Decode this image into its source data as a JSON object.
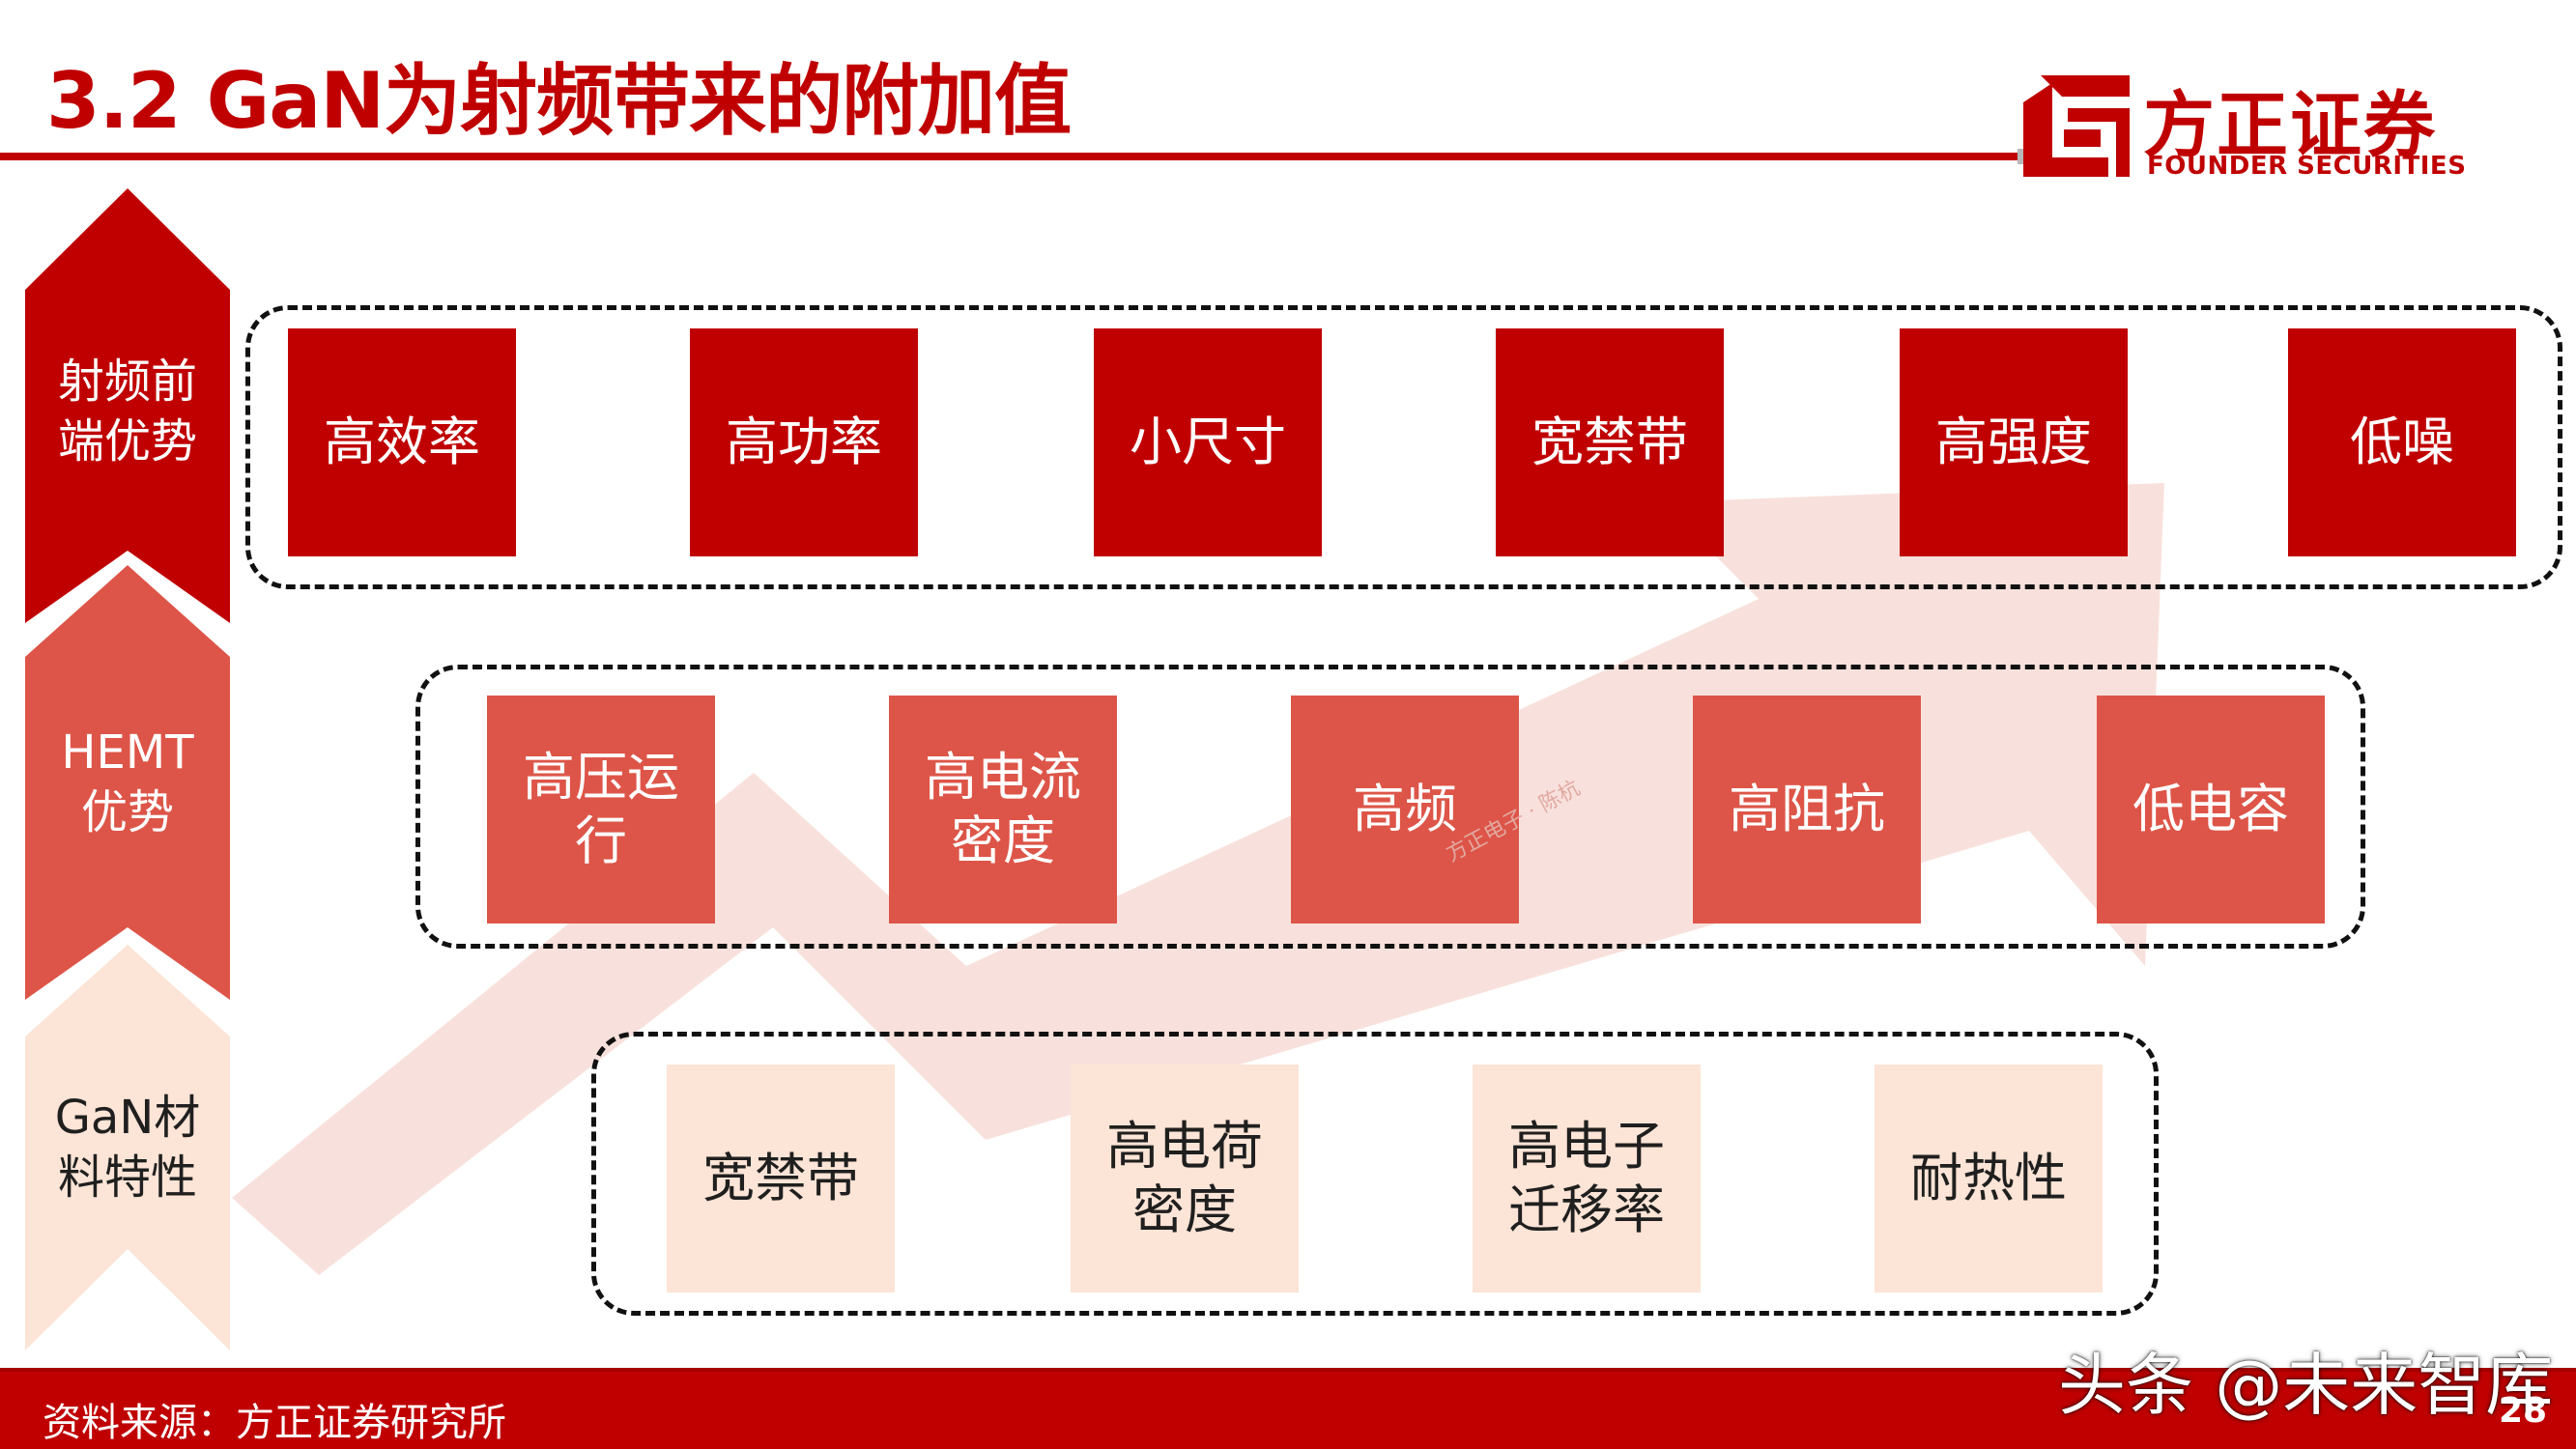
{
  "title": "3.2 GaN为射频带来的附加值",
  "logo": {
    "cn": "方正证券",
    "en": "FOUNDER SECURITIES"
  },
  "colors": {
    "brand_red": "#c00000",
    "mid_red": "#dd5548",
    "light_peach": "#fce4d6",
    "bg_arrow": "#f7dcd6"
  },
  "levels": [
    {
      "label_lines": [
        "射频前",
        "端优势"
      ],
      "color": "#c00000"
    },
    {
      "label_lines": [
        "HEMT",
        "优势"
      ],
      "color": "#dd5548"
    },
    {
      "label_lines": [
        "GaN材",
        "料特性"
      ],
      "color": "#fce4d6"
    }
  ],
  "rows": {
    "rf_frontend": [
      {
        "lines": [
          "高效率"
        ]
      },
      {
        "lines": [
          "高功率"
        ]
      },
      {
        "lines": [
          "小尺寸"
        ]
      },
      {
        "lines": [
          "宽禁带"
        ]
      },
      {
        "lines": [
          "高强度"
        ]
      },
      {
        "lines": [
          "低噪"
        ]
      }
    ],
    "hemt": [
      {
        "lines": [
          "高压运",
          "行"
        ]
      },
      {
        "lines": [
          "高电流",
          "密度"
        ]
      },
      {
        "lines": [
          "高频"
        ]
      },
      {
        "lines": [
          "高阻抗"
        ]
      },
      {
        "lines": [
          "低电容"
        ]
      }
    ],
    "gan_material": [
      {
        "lines": [
          "宽禁带"
        ]
      },
      {
        "lines": [
          "高电荷",
          "密度"
        ]
      },
      {
        "lines": [
          "高电子",
          "迁移率"
        ]
      },
      {
        "lines": [
          "耐热性"
        ]
      }
    ]
  },
  "watermark": "方正电子 · 陈杭",
  "footer": {
    "source": "资料来源：方正证券研究所",
    "brand": "头条 @未来智库",
    "page": "28"
  }
}
